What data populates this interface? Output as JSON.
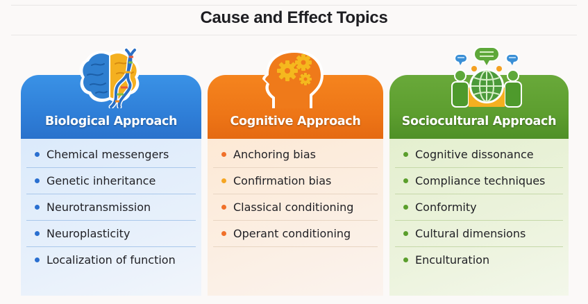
{
  "title": "Cause and Effect Topics",
  "colors": {
    "biological_accent": "#2f7fd8",
    "cognitive_accent": "#ee7617",
    "sociocultural_accent": "#5d9e2f"
  },
  "cards": [
    {
      "id": "biological",
      "heading": "Biological Approach",
      "icon": "brain-dna-icon",
      "bullet_color": "#2a6fd0",
      "items": [
        "Chemical messengers",
        "Genetic inheritance",
        "Neurotransmission",
        "Neuroplasticity",
        "Localization of function"
      ]
    },
    {
      "id": "cognitive",
      "heading": "Cognitive Approach",
      "icon": "head-gears-icon",
      "bullet_colors": [
        "#f0702a",
        "#f5a623",
        "#f0702a",
        "#f0702a"
      ],
      "items": [
        "Anchoring bias",
        "Confirmation bias",
        "Classical conditioning",
        "Operant conditioning"
      ]
    },
    {
      "id": "sociocultural",
      "heading": "Sociocultural Approach",
      "icon": "people-globe-icon",
      "bullet_color": "#5a9e2c",
      "items": [
        "Cognitive dissonance",
        "Compliance techniques",
        "Conformity",
        "Cultural dimensions",
        "Enculturation"
      ]
    }
  ]
}
